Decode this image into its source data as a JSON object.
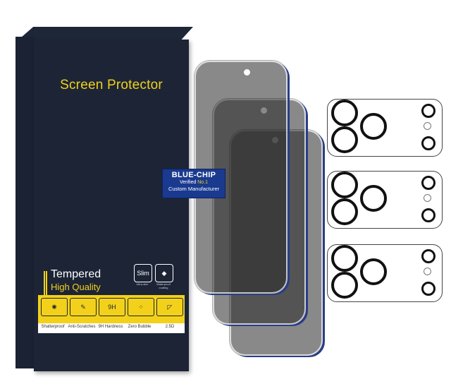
{
  "box": {
    "title": "Screen Protector",
    "tempered": "Tempered",
    "quality": "High Quality",
    "badges": [
      {
        "label": "Slim",
        "sub": "Ultra-slim"
      },
      {
        "label": "◆",
        "sub": "Waterproof coating"
      }
    ],
    "features": [
      {
        "icon": "shatter-icon",
        "glyph": "✺",
        "caption": "Shatterproof"
      },
      {
        "icon": "scratch-icon",
        "glyph": "✎",
        "caption": "Anti-Scratches"
      },
      {
        "icon": "hardness-icon",
        "glyph": "9H",
        "caption": "9H Hardness"
      },
      {
        "icon": "bubble-icon",
        "glyph": "⁘",
        "caption": "Zero Bubble"
      },
      {
        "icon": "edge-icon",
        "glyph": "◸",
        "caption": "2.5D"
      }
    ]
  },
  "label": {
    "brand": "BLUE-CHIP",
    "verified": "Verified",
    "rank": "No.1",
    "subtitle": "Custom Manufacturer"
  },
  "colors": {
    "box": "#1c2436",
    "accent": "#f3d11a",
    "label_bg": "#1a3a8f",
    "glass_edge": "#2a3e86"
  }
}
